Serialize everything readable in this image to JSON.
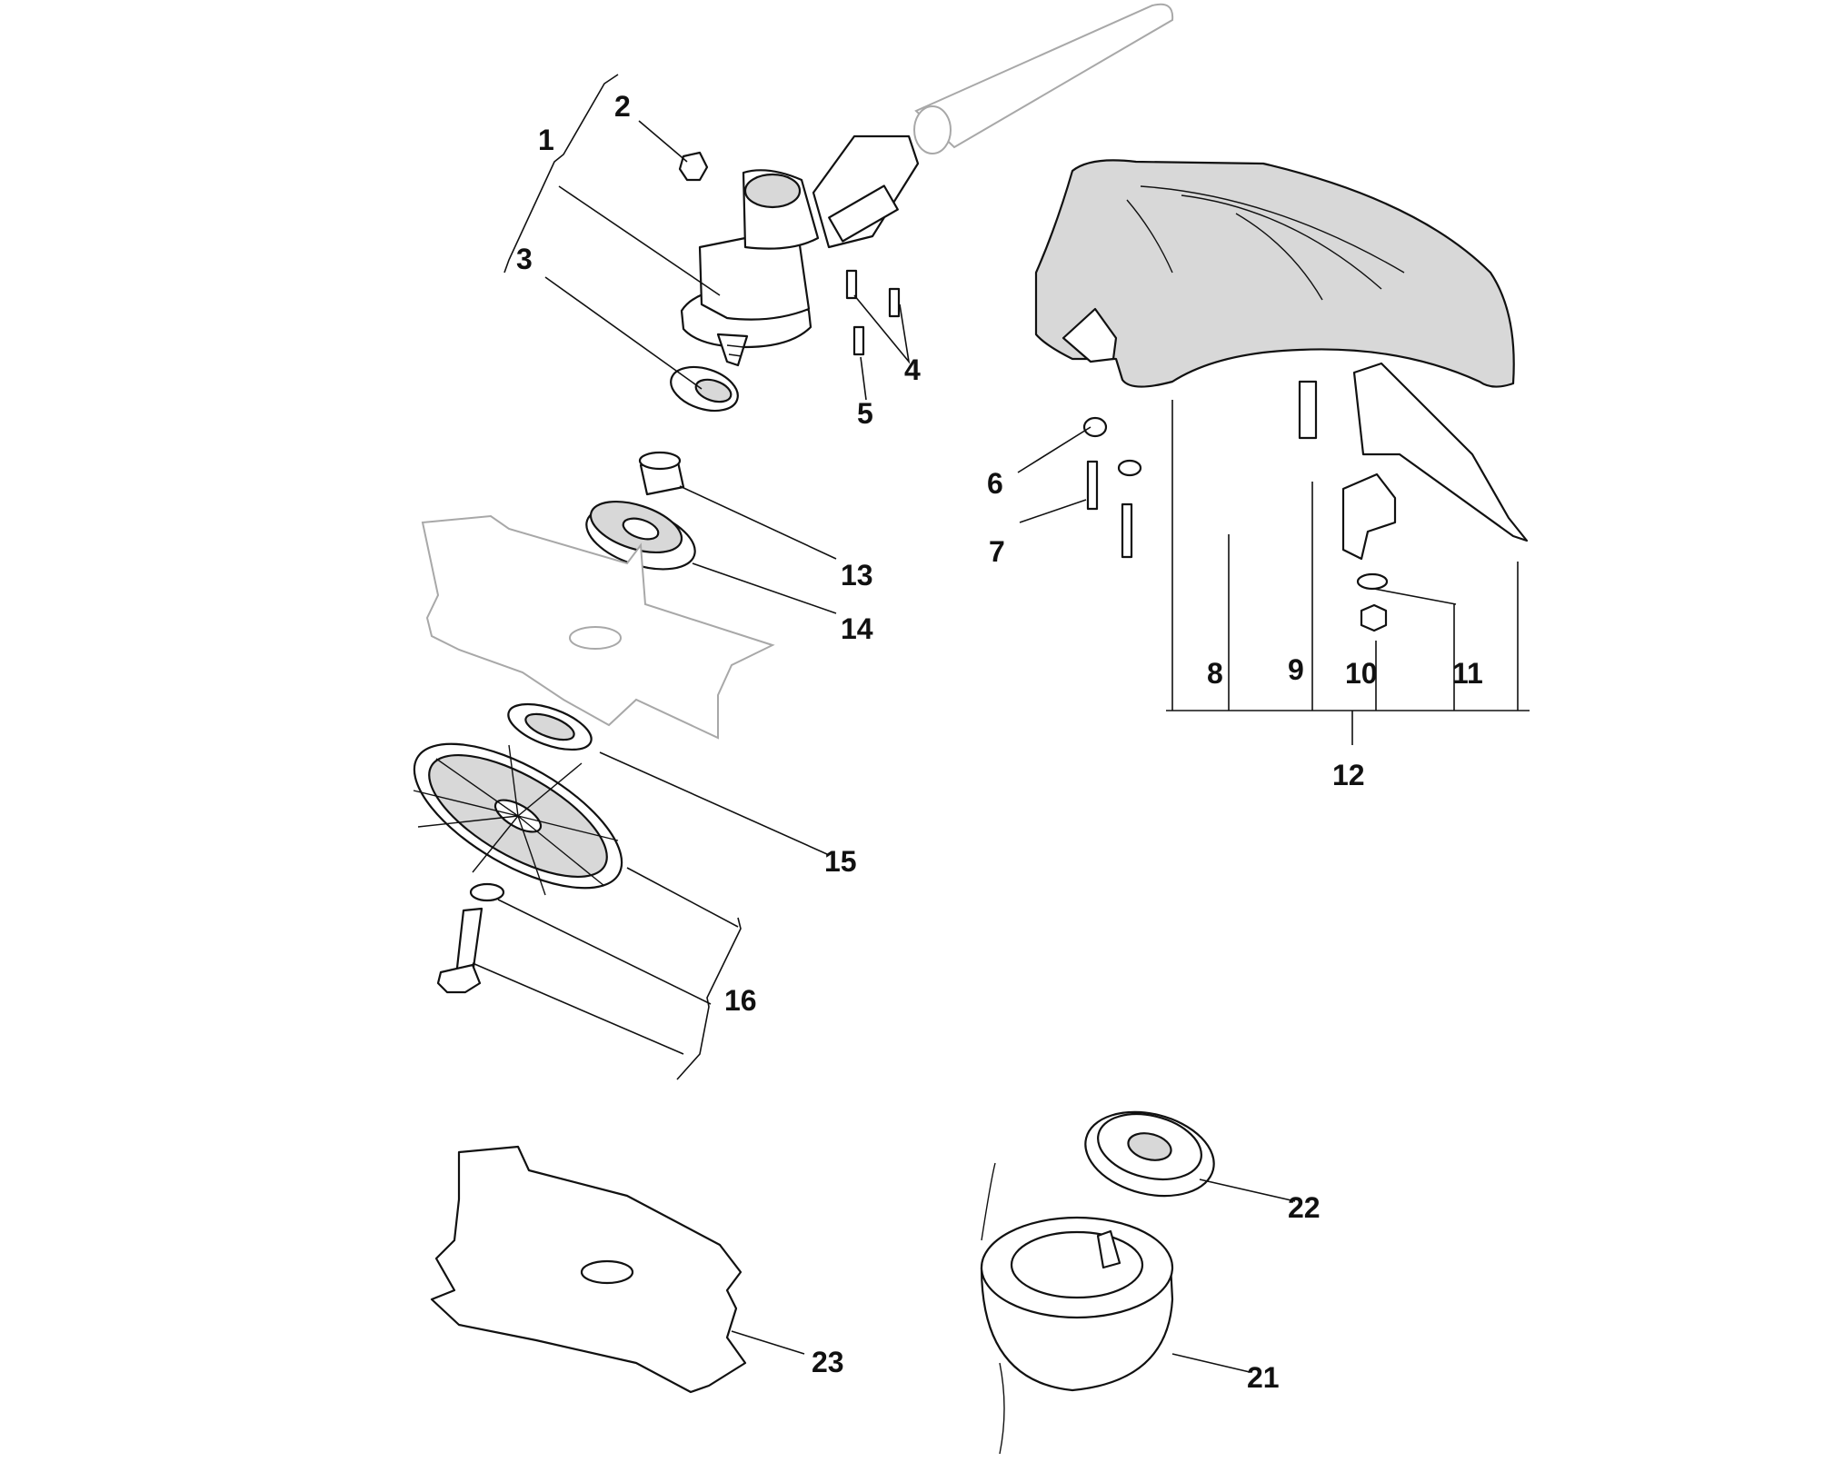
{
  "callouts": [
    "1",
    "2",
    "3",
    "4",
    "5",
    "6",
    "7",
    "8",
    "9",
    "10",
    "11",
    "12",
    "13",
    "14",
    "15",
    "16",
    "21",
    "22",
    "23"
  ]
}
